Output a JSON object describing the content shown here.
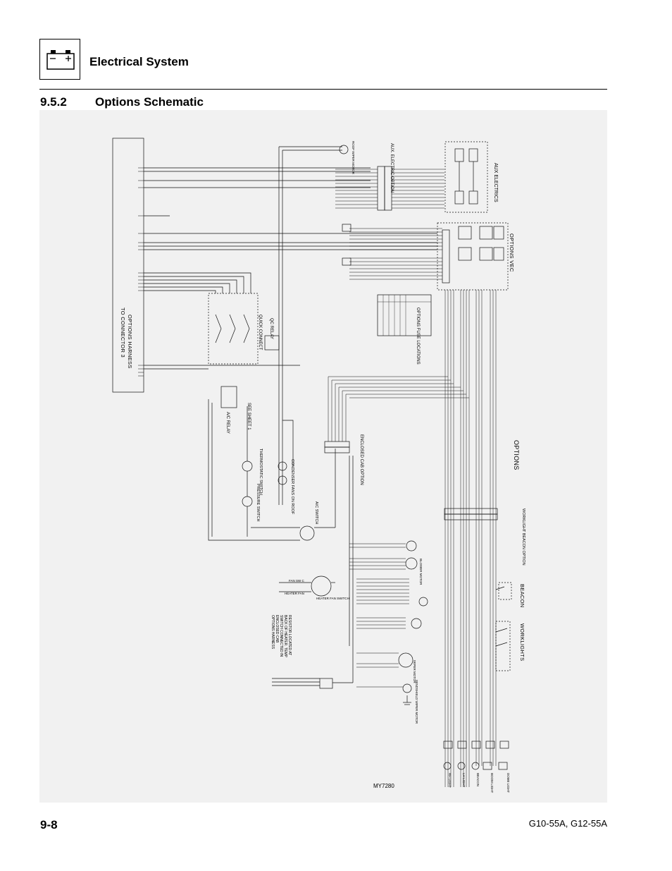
{
  "header": {
    "chapter_title": "Electrical System",
    "icon": "battery-icon"
  },
  "section": {
    "number": "9.5.2",
    "title": "Options Schematic"
  },
  "figure": {
    "figure_code": "MY7280",
    "labels": {
      "harness": "OPTIONS HARNESS",
      "to_connector": "TO CONNECTOR 3",
      "aux_electric_option": "AUX. ELECTRIC OPTION",
      "aux_electrics": "AUX ELECTRICS",
      "options_vec": "OPTIONS VEC",
      "options": "OPTIONS",
      "options_fuse_locations": "OPTIONS FUSE LOCATIONS",
      "qc_relay": "QC RELAY",
      "quick_connect": "QUICK CONNECT",
      "enclosed_cab_option": "ENCLOSED CAB OPTION",
      "see_sheet": "SEE SHEET 1",
      "ac_relay": "A/C RELAY",
      "thermostatic_switch": "THERMOSTATIC SWITCH",
      "pressure_switch": "PRESSURE SWITCH",
      "condenser_fans": "CONDENSER FANS ON ROOF",
      "ac_switch": "A/C SWITCH",
      "worklight_beacon_option": "WORKLIGHT BEACON OPTION",
      "beacon": "BEACON",
      "worklights": "WORKLIGHTS",
      "resistor_note": "RESISTOR LOCATED AT BACK OF HEATER. TEMP SWITCH CONNECTED IN ENCLOSED CAB OPTIONS HARNESS",
      "fan_sw_c": "FAN SW C",
      "heater_fan": "HEATER FAN",
      "blower_motor": "BLOWER MOTOR",
      "wiper_motor": "WIPER MOTOR",
      "windshield_wiper_motor": "WINDSHIELD WIPER MOTOR",
      "roof_wiper_motor": "ROOF WIPER MOTOR",
      "heater_fan_switch": "HEATER FAN SWITCH",
      "beacon_bottom": "BEACON",
      "rh_light": "RH LIGHT",
      "lh_light": "LH LIGHT",
      "boom_light": "BOOM LIGHT",
      "dome_light": "DOME LIGHT"
    }
  },
  "footer": {
    "page_number": "9-8",
    "models": "G10-55A, G12-55A"
  }
}
